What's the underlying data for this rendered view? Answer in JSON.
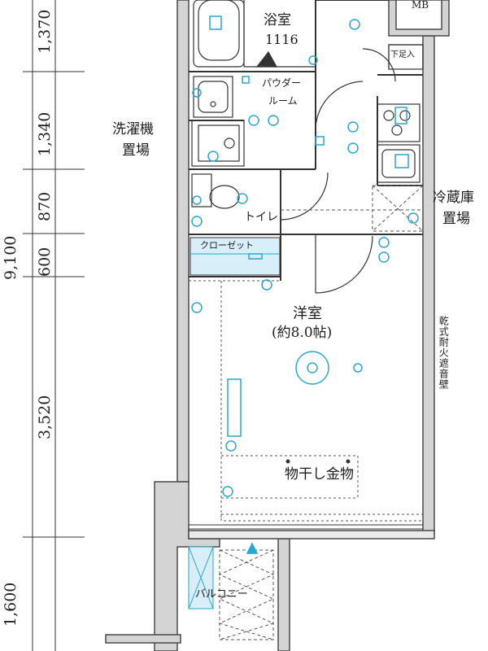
{
  "dimensions": {
    "total": "9,100",
    "segments": [
      "1,370",
      "1,340",
      "870",
      "600",
      "3,520",
      "1,600"
    ]
  },
  "rooms": {
    "bathroom": "浴室",
    "bathroom_size": "1116",
    "powder_room": [
      "パウダー",
      "ルーム"
    ],
    "washer": [
      "洗濯機",
      "置場"
    ],
    "toilet": "トイレ",
    "closet": "クローゼット",
    "fridge": [
      "冷蔵庫",
      "置場"
    ],
    "shoe_box": "下足入",
    "meter_box": "MB",
    "western_room": "洋室",
    "western_room_size": "(約8.0帖)",
    "drying_hardware": "物干し金物",
    "dry_partition": "乾式耐火遮音壁",
    "balcony": "バルコニー"
  },
  "colors": {
    "wall_fill": "#d4d4d4",
    "wall_line": "#4a4a4a",
    "fixture_blue": "#2aa6d6",
    "line": "#333333"
  }
}
